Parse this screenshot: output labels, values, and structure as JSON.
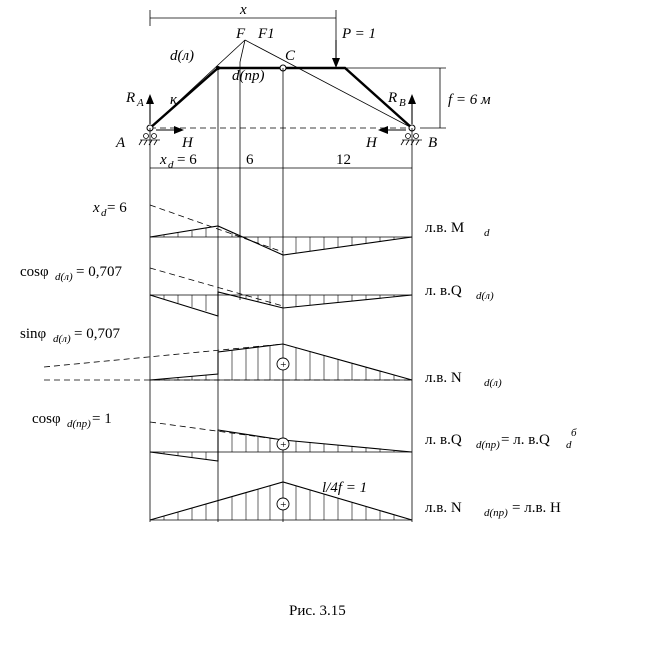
{
  "labels": {
    "x": "x",
    "P": "P = 1",
    "F": "F",
    "F1": "F1",
    "C": "C",
    "d_left": "d(л)",
    "d_right": "d(пр)",
    "k": "к",
    "RA": "R",
    "RA_sub": "A",
    "RB": "R",
    "RB_sub": "B",
    "f": "f = 6 м",
    "A": "A",
    "B": "B",
    "H_left": "H",
    "H_right": "H",
    "xd": "x",
    "xd_sub": "d",
    "xd_val": "= 6",
    "seg6": "6",
    "seg12": "12"
  },
  "side_labels": {
    "xd6": "x",
    "xd6_sub": "d",
    "xd6_val": " = 6",
    "cos_left": "cosφ",
    "cos_left_sub": "d(л)",
    "cos_left_val": " = 0,707",
    "sin_left": "sinφ",
    "sin_left_sub": "d(л)",
    "sin_left_val": " = 0,707",
    "cos_right": "cosφ",
    "cos_right_sub": "d(пр)",
    "cos_right_val": " = 1",
    "l4f": "l/4f = 1"
  },
  "line_names": {
    "Md": "л.в. M",
    "Md_sub": "d",
    "Qdl": "л. в.Q",
    "Qdl_sub": "d(л)",
    "Ndl": "л.в. N",
    "Ndl_sub": "d(л)",
    "Qdp": "л. в.Q",
    "Qdp_sub": "d(пр)",
    "Qdp_eq": " = л. в.Q",
    "Qdp_eq_sub": "d",
    "Qdp_eq_sup": "б",
    "Ndp": "л.в. N",
    "Ndp_sub": "d(пр)",
    "Ndp_eq": " = л.в. H"
  },
  "signs": {
    "plus": "+"
  },
  "caption": "Рис. 3.15"
}
